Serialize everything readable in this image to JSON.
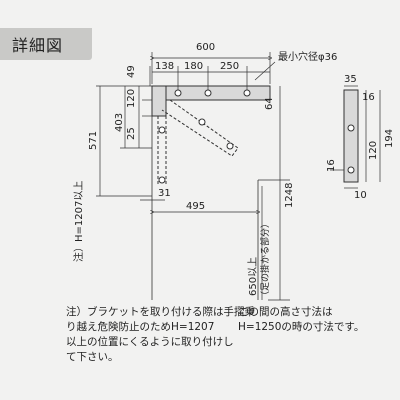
{
  "title": "詳細図",
  "dims": {
    "total_width": "600",
    "seg1": "138",
    "seg2": "180",
    "seg3": "250",
    "hole_label": "最小穴径φ36",
    "d49": "49",
    "d120": "120",
    "d403": "403",
    "d25": "25",
    "d571": "571",
    "d31": "31",
    "d495": "495",
    "d1248": "1248",
    "d64": "64",
    "d35": "35",
    "d16a": "16",
    "d120b": "120",
    "d194": "194",
    "d16b": "16",
    "d10": "10",
    "height_note": "注）H=1207以上",
    "v650": "650以上",
    "v650sub": "（足の掛かる部分）"
  },
  "notes": {
    "left": [
      "注）ブラケットを取り付ける際は手摺乗",
      "り越え危険防止のためH=1207",
      "以上の位置にくるように取り付けし",
      "て下さい。"
    ],
    "right": [
      "この間の高さ寸法は",
      "H=1250の時の寸法です。"
    ]
  }
}
